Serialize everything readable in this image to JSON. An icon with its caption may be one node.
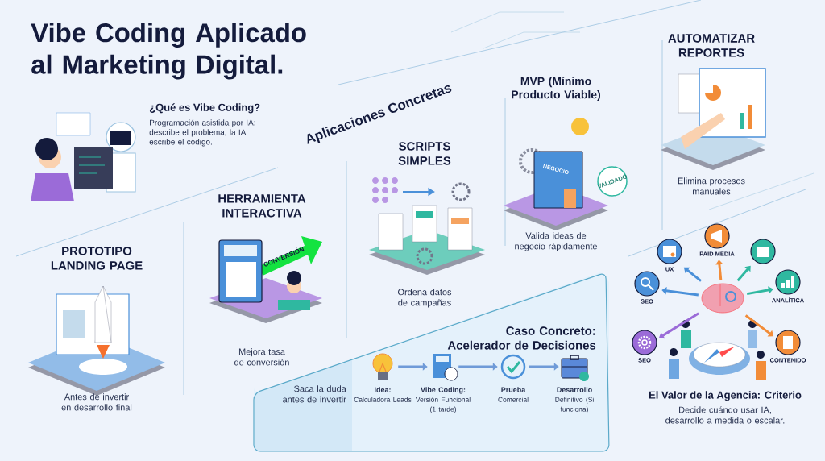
{
  "diagram": {
    "title": "Vibe Coding Aplicado al Marketing Digital.",
    "nodes": [
      {
        "text": [
          "Caso Concreto: Acelerador de Decisiones",
          "Saca la duda antes de invertir"
        ]
      },
      {
        "text": [],
        "shape": "picture",
        "in": 0,
        "beside": [
          "Idea:",
          "Calculadora Leads"
        ]
      },
      {
        "text": [],
        "shape": "picture",
        "in": 0,
        "beside": [
          "Vibe Coding:",
          "Versión Funcional (1 tarde)"
        ]
      },
      {
        "text": [],
        "shape": "picture",
        "in": 0,
        "beside": [
          "Prueba",
          "Comercial"
        ]
      },
      {
        "text": [],
        "shape": "picture",
        "in": 0,
        "beside": [
          "Desarrollo",
          "Definitivo (Si funciona)"
        ]
      },
      {
        "text": [],
        "shape": "picture"
      },
      {
        "text": [],
        "shape": "circle",
        "beside": [
          "PAID MEDIA"
        ]
      },
      {
        "text": [],
        "shape": "circle",
        "beside": [
          "UX"
        ]
      },
      {
        "text": [],
        "shape": "circle"
      },
      {
        "text": [],
        "shape": "circle",
        "beside": [
          "SEO"
        ]
      },
      {
        "text": [],
        "shape": "circle",
        "beside": [
          "ANALÍTICA"
        ]
      },
      {
        "text": [],
        "shape": "circle",
        "beside": [
          "SEO"
        ]
      },
      {
        "text": [],
        "shape": "circle",
        "beside": [
          "CONTENIDO"
        ]
      }
    ],
    "edges": [
      {
        "from": 1,
        "to": 2,
        "arrow": "to",
        "color": "#6f9bd8"
      },
      {
        "from": 2,
        "to": 3,
        "arrow": "to",
        "color": "#6f9bd8"
      },
      {
        "from": 3,
        "to": 4,
        "arrow": "to",
        "color": "#6f9bd8"
      },
      {
        "from": 5,
        "to": 6,
        "arrow": "to",
        "color": "#f28c38"
      },
      {
        "from": 5,
        "to": 7,
        "arrow": "to",
        "color": "#4a90d9"
      },
      {
        "from": 5,
        "to": 8,
        "arrow": "to",
        "color": "#2fb8a0"
      },
      {
        "from": 5,
        "to": 9,
        "arrow": "to",
        "color": "#4a90d9"
      },
      {
        "from": 5,
        "to": 10,
        "arrow": "to",
        "color": "#2fb8a0"
      },
      {
        "from": 5,
        "to": 11,
        "arrow": "to",
        "color": "#9b6bd8"
      },
      {
        "from": 5,
        "to": 12,
        "arrow": "to",
        "color": "#f28c38"
      }
    ],
    "labels": [
      "¿Qué es Vibe Coding?",
      "Programación asistida por IA: describe el problema, la IA escribe el código.",
      "Aplicaciones Concretas",
      "AUTOMATIZAR REPORTES",
      "MVP (Mínimo Producto Viable)",
      "SCRIPTS SIMPLES",
      "HERRAMIENTA INTERACTIVA",
      "Elimina procesos manuales",
      "NEGOCIO",
      "VALIDADO",
      "Valida ideas de negocio rápidamente",
      "PROTOTIPO LANDING PAGE",
      "CONVERSIÓN",
      "Ordena datos de campañas",
      "Mejora tasa de conversión",
      "Antes de invertir en desarrollo final",
      "El Valor de la Agencia: Criterio",
      "Decide cuándo usar IA, desarrollo a medida o escalar."
    ]
  }
}
